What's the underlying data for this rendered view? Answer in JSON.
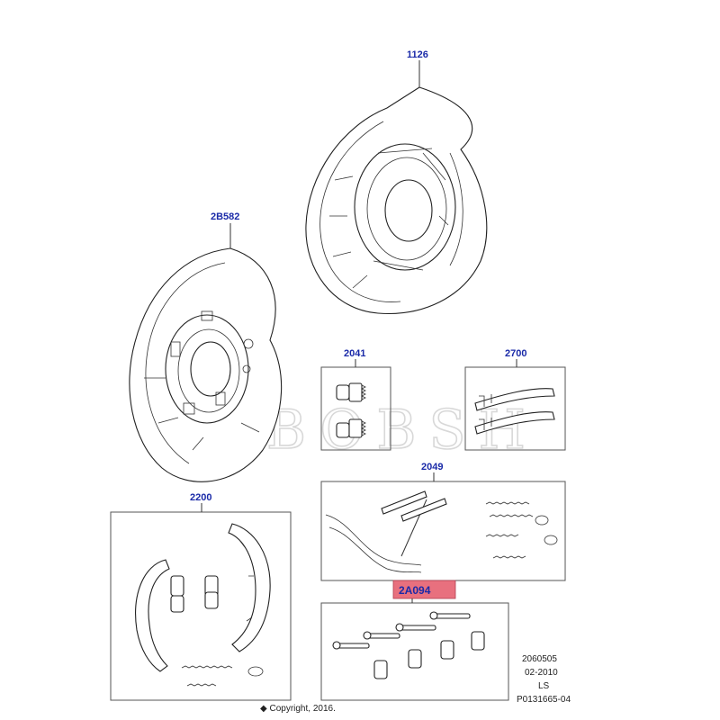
{
  "watermark": "BOBSH",
  "callouts": {
    "backing_plate_right": "1126",
    "backing_plate_left": "2B582",
    "adjuster": "2041",
    "lever": "2700",
    "spring_kit": "2049",
    "brake_shoes": "2200",
    "hold_down_kit": "2A094"
  },
  "reference": {
    "code": "2060505",
    "date": "02-2010",
    "variant": "LS",
    "part_no": "P0131665-04"
  },
  "copyright": "◆ Copyright, 2016.",
  "colors": {
    "callout_text": "#1a2aa8",
    "highlight_fill": "#e8707e",
    "line": "#333333"
  }
}
